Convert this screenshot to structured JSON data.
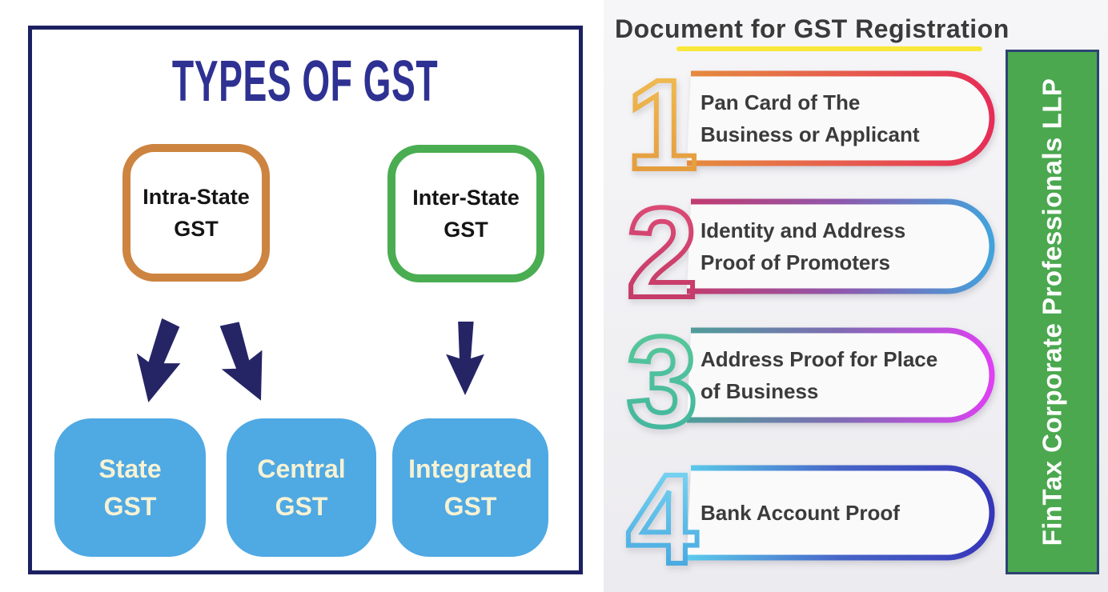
{
  "left_panel": {
    "title": "TYPES OF GST",
    "title_color": "#2e3192",
    "frame_color": "#1b2160",
    "arrow_color": "#252566",
    "top_boxes": [
      {
        "label": "Intra-State\nGST",
        "border_color": "#cd8440"
      },
      {
        "label": "Inter-State\nGST",
        "border_color": "#4aad52"
      }
    ],
    "bottom_boxes": [
      {
        "label": "State\nGST"
      },
      {
        "label": "Central\nGST"
      },
      {
        "label": "Integrated\nGST"
      }
    ],
    "bottom_box_fill": "#4fa9e3",
    "bottom_box_text_color": "#f7f2d3"
  },
  "right_panel": {
    "title": "Document for GST Registration",
    "title_color": "#3a3a3a",
    "underline_color": "#f8e83a",
    "items": [
      {
        "number": "1",
        "text": "Pan Card of The Business or Applicant",
        "number_gradient": [
          "#f2c155",
          "#e2953a"
        ],
        "pill_gradient": [
          "#e58c3d",
          "#e65e4e",
          "#e62d56"
        ]
      },
      {
        "number": "2",
        "text": "Identity and Address Proof of Promoters",
        "number_gradient": [
          "#e04e78",
          "#c03765"
        ],
        "pill_gradient": [
          "#c33b6e",
          "#8f57ac",
          "#41a3dc"
        ]
      },
      {
        "number": "3",
        "text": "Address Proof for Place of Business",
        "number_gradient": [
          "#5bcb98",
          "#3fb3a0"
        ],
        "pill_gradient": [
          "#4f9e99",
          "#7f6bb3",
          "#de40f2"
        ]
      },
      {
        "number": "4",
        "text": "Bank Account Proof",
        "number_gradient": [
          "#7fdcf5",
          "#3e9fdc"
        ],
        "pill_gradient": [
          "#5bcbec",
          "#4766c8",
          "#3636b8"
        ]
      }
    ],
    "banner": {
      "text": "FinTax Corporate Professionals LLP",
      "bg_color": "#4ba84f",
      "border_color": "#2d4373",
      "text_color": "#ffffff"
    }
  }
}
